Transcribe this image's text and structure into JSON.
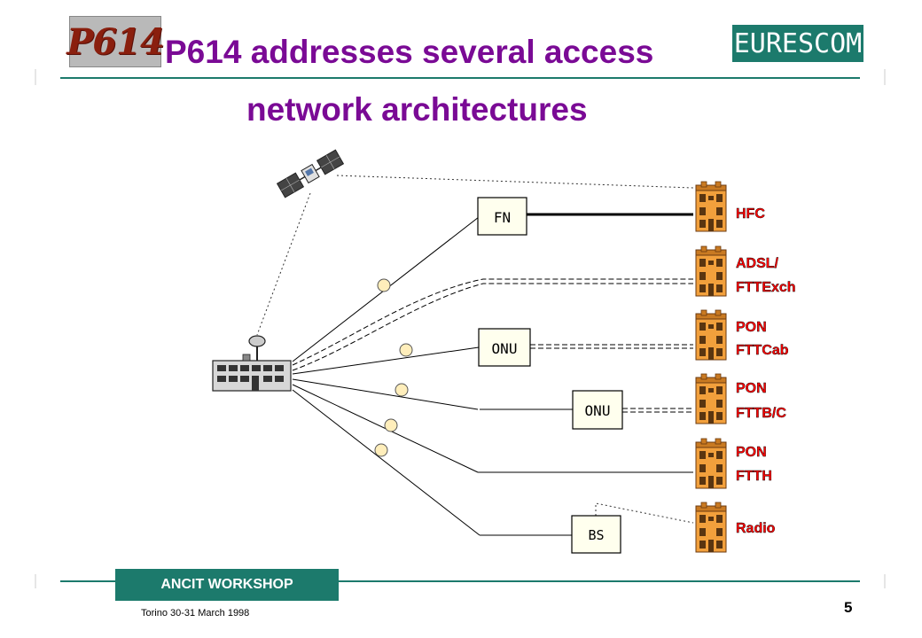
{
  "header": {
    "logo_left": "P614",
    "logo_right": "EURESCOM",
    "title_line1": "P614 addresses several access",
    "title_line2": "network architectures"
  },
  "diagram": {
    "nodes": {
      "fn": "FN",
      "onu1": "ONU",
      "onu2": "ONU",
      "bs": "BS"
    },
    "architectures": [
      {
        "line1": "HFC",
        "line2": ""
      },
      {
        "line1": "ADSL/",
        "line2": "FTTExch"
      },
      {
        "line1": "PON",
        "line2": "FTTCab"
      },
      {
        "line1": "PON",
        "line2": "FTTB/C"
      },
      {
        "line1": "PON",
        "line2": "FTTH"
      },
      {
        "line1": "Radio",
        "line2": ""
      }
    ],
    "colors": {
      "label": "#ff0000",
      "title": "#7a0a95",
      "accent": "#1c7a6c",
      "node_fill": "#ffffee",
      "splitter": "#ffeebb"
    }
  },
  "footer": {
    "workshop": "ANCIT WORKSHOP",
    "date": "Torino 30-31 March 1998",
    "page": "5"
  }
}
